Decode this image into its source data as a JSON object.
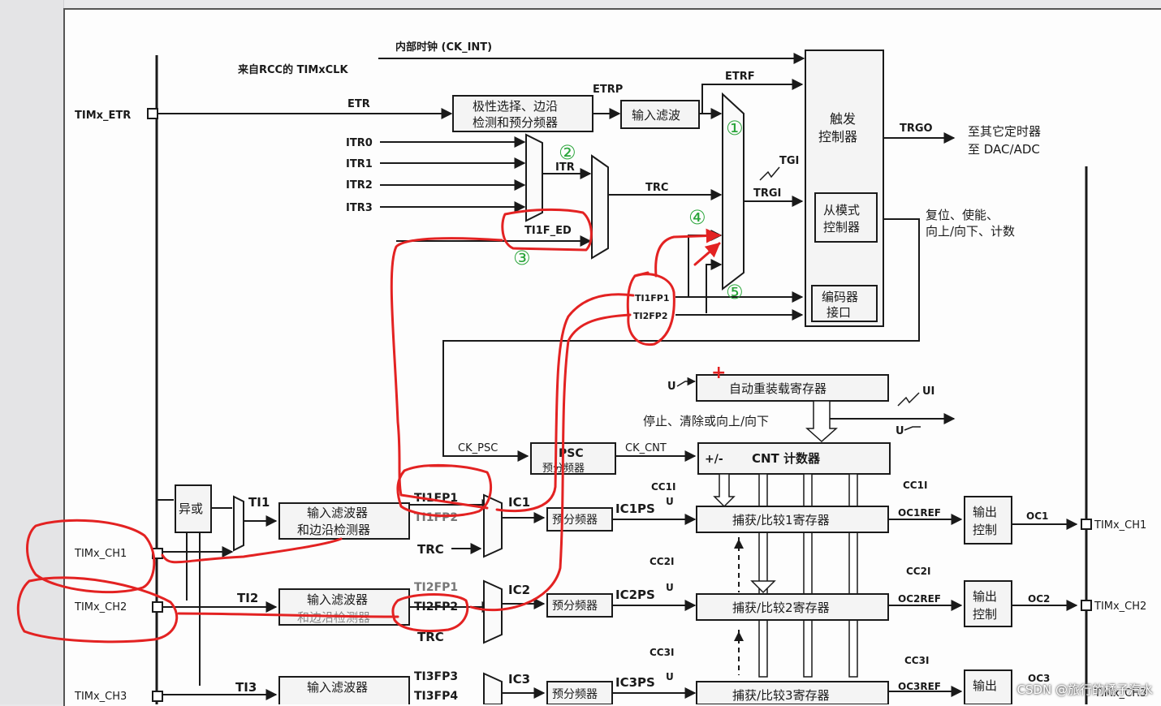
{
  "labels": {
    "ck_int": "内部时钟 (CK_INT)",
    "rcc": "来自RCC的 TIMxCLK",
    "etr_pin": "TIMx_ETR",
    "etr": "ETR",
    "polarity_1": "极性选择、边沿",
    "polarity_2": "检测和预分频器",
    "etrp": "ETRP",
    "input_filter": "输入滤波",
    "etrf": "ETRF",
    "trigger_1": "触发",
    "trigger_2": "控制器",
    "trgo": "TRGO",
    "to_other_1": "至其它定时器",
    "to_other_2": "至 DAC/ADC",
    "tgi": "TGI",
    "trgi": "TRGI",
    "itr0": "ITR0",
    "itr1": "ITR1",
    "itr2": "ITR2",
    "itr3": "ITR3",
    "itr": "ITR",
    "trc": "TRC",
    "ti1f_ed": "TI1F_ED",
    "slave_1": "从模式",
    "slave_2": "控制器",
    "reset_1": "复位、使能、",
    "reset_2": "向上/向下、计数",
    "enc_1": "编码器",
    "enc_2": "接口",
    "ti1fp1": "TI1FP1",
    "ti2fp2": "TI2FP2",
    "auto_reload": "自动重装载寄存器",
    "u": "U",
    "ui": "UI",
    "stop_clear": "停止、清除或向上/向下",
    "ck_psc": "CK_PSC",
    "psc_1": "PSC",
    "psc_2": "预分频器",
    "ck_cnt": "CK_CNT",
    "cnt_pm": "+/-",
    "cnt": "CNT 计数器",
    "xor": "异或",
    "ti1": "TI1",
    "ti2": "TI2",
    "ti3": "TI3",
    "filter_edge_1": "输入滤波器",
    "filter_edge_2": "和边沿检测器",
    "ti1fp1_b": "TI1FP1",
    "ti1fp2_b": "TI1FP2",
    "trc_b": "TRC",
    "ti2fp1_b": "TI2FP1",
    "ti2fp2_b": "TI2FP2",
    "ti3fp3_b": "TI3FP3",
    "ti3fp4_b": "TI3FP4",
    "ic1": "IC1",
    "ic2": "IC2",
    "ic3": "IC3",
    "ic1ps": "IC1PS",
    "ic2ps": "IC2PS",
    "ic3ps": "IC3PS",
    "prescaler": "预分频器",
    "cc1i": "CC1I",
    "cc2i": "CC2I",
    "cc3i": "CC3I",
    "cap1": "捕获/比较1寄存器",
    "cap2": "捕获/比较2寄存器",
    "cap3": "捕获/比较3寄存器",
    "oc1ref": "OC1REF",
    "oc2ref": "OC2REF",
    "oc3ref": "OC3REF",
    "out_1": "输出",
    "out_2": "控制",
    "oc1": "OC1",
    "oc2": "OC2",
    "oc3": "OC3",
    "ch1": "TIMx_CH1",
    "ch2": "TIMx_CH2",
    "ch3": "TIMx_CH3",
    "ch1_out": "TIMx_CH1",
    "ch2_out": "TIMx_CH2",
    "ch3_out": "TIMx_CH3"
  },
  "markers": [
    "①",
    "②",
    "③",
    "④",
    "⑤"
  ],
  "plus_mark": "+",
  "watermark": "CSDN @旅行的橘子汽水",
  "colors": {
    "annotation": "#e32222",
    "markers": "#2aa53a",
    "line": "#1a1a1a",
    "block_fill": "#f4f4f4"
  }
}
